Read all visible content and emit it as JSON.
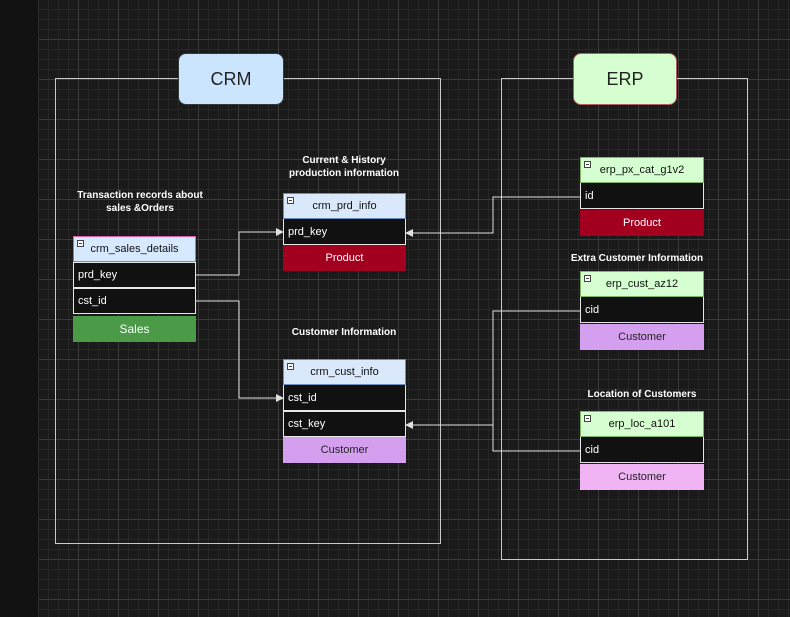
{
  "systems": {
    "crm": {
      "title": "CRM",
      "fill": "#cce5ff",
      "stroke": "#36393d"
    },
    "erp": {
      "title": "ERP",
      "fill": "#d5ffd0",
      "stroke": "#b45f5f"
    }
  },
  "labels": {
    "sales_desc_1": "Transaction records about",
    "sales_desc_2": "sales &Orders",
    "prd_desc_1": "Current & History",
    "prd_desc_2": "production information",
    "cust_desc": "Customer Information",
    "erp_cust_desc": "Extra Customer Information",
    "erp_loc_desc": "Location of Customers"
  },
  "tables": {
    "crm_sales_details": {
      "name": "crm_sales_details",
      "rows": [
        "prd_key",
        "cst_id"
      ],
      "footer": "Sales",
      "footer_color": "#4a9a48",
      "head_color": "#d7e9ff",
      "head_border": "#e05aa8"
    },
    "crm_prd_info": {
      "name": "crm_prd_info",
      "rows": [
        "prd_key"
      ],
      "footer": "Product",
      "footer_color": "#a3001f",
      "head_color": "#dae8fc"
    },
    "crm_cust_info": {
      "name": "crm_cust_info",
      "rows": [
        "cst_id",
        "cst_key"
      ],
      "footer": "Customer",
      "footer_color": "#d59ff0",
      "head_color": "#dae8fc"
    },
    "erp_px_cat_g1v2": {
      "name": "erp_px_cat_g1v2",
      "rows": [
        "id"
      ],
      "footer": "Product",
      "footer_color": "#a3001f",
      "head_color": "#d5ffd0"
    },
    "erp_cust_az12": {
      "name": "erp_cust_az12",
      "rows": [
        "cid"
      ],
      "footer": "Customer",
      "footer_color": "#d59ff0",
      "head_color": "#d5ffd0"
    },
    "erp_loc_a101": {
      "name": "erp_loc_a101",
      "rows": [
        "cid"
      ],
      "footer": "Customer",
      "footer_color": "#f0b4f5",
      "head_color": "#d5ffd0"
    }
  },
  "colors": {
    "connector": "#e0e0e0",
    "frame": "#c9c9c9",
    "canvas": "#1a1a1a"
  }
}
